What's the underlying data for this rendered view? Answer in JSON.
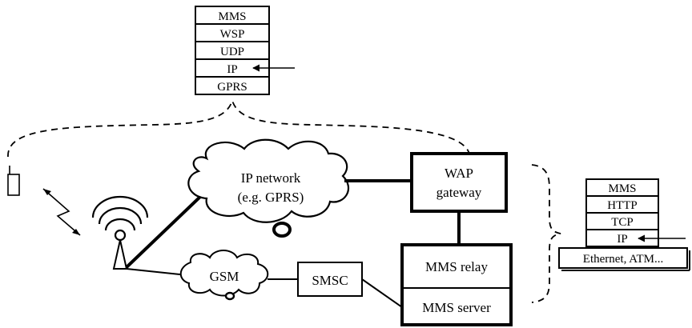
{
  "top_stack": {
    "layers": [
      "MMS",
      "WSP",
      "UDP",
      "IP",
      "GPRS"
    ]
  },
  "right_stack": {
    "layers": [
      "MMS",
      "HTTP",
      "TCP",
      "IP",
      "Ethernet, ATM..."
    ]
  },
  "ip_network": {
    "line1": "IP network",
    "line2": "(e.g. GPRS)"
  },
  "gsm": {
    "label": "GSM"
  },
  "smsc": {
    "label": "SMSC"
  },
  "wap_gateway": {
    "line1": "WAP",
    "line2": "gateway"
  },
  "mms_relay": {
    "label": "MMS relay"
  },
  "mms_server": {
    "label": "MMS server"
  }
}
